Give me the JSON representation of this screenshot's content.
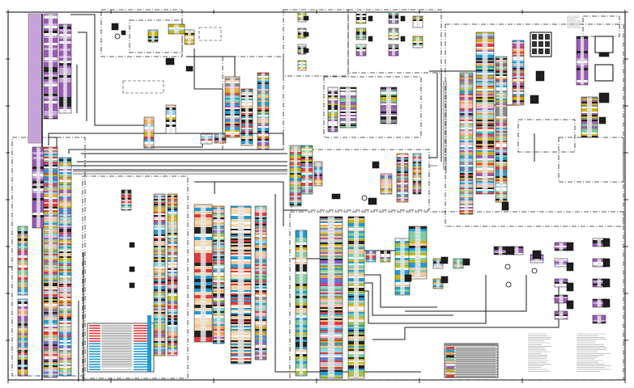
{
  "diagram": {
    "type": "electrical-wiring-schematic",
    "wire_colors": {
      "purple": "#9b59b6",
      "light_purple": "#c9a6dc",
      "red": "#e03a3a",
      "blue": "#1f9bd6",
      "light_blue": "#8fd3f0",
      "black": "#222222",
      "gray": "#8a8a8a",
      "green": "#7ecfa0",
      "orange": "#f0a84a",
      "tan": "#f2c99a",
      "peach": "#f7d9b0",
      "yellow": "#c8b400",
      "pink": "#f4b6c8",
      "white": "#ffffff"
    },
    "line_color": "#1a1a1a",
    "frame_color": "#000000",
    "legend": {
      "swatches": [
        "red",
        "blue",
        "orange",
        "black",
        "green",
        "tan",
        "white",
        "purple",
        "yellow",
        "peach",
        "red"
      ]
    }
  }
}
